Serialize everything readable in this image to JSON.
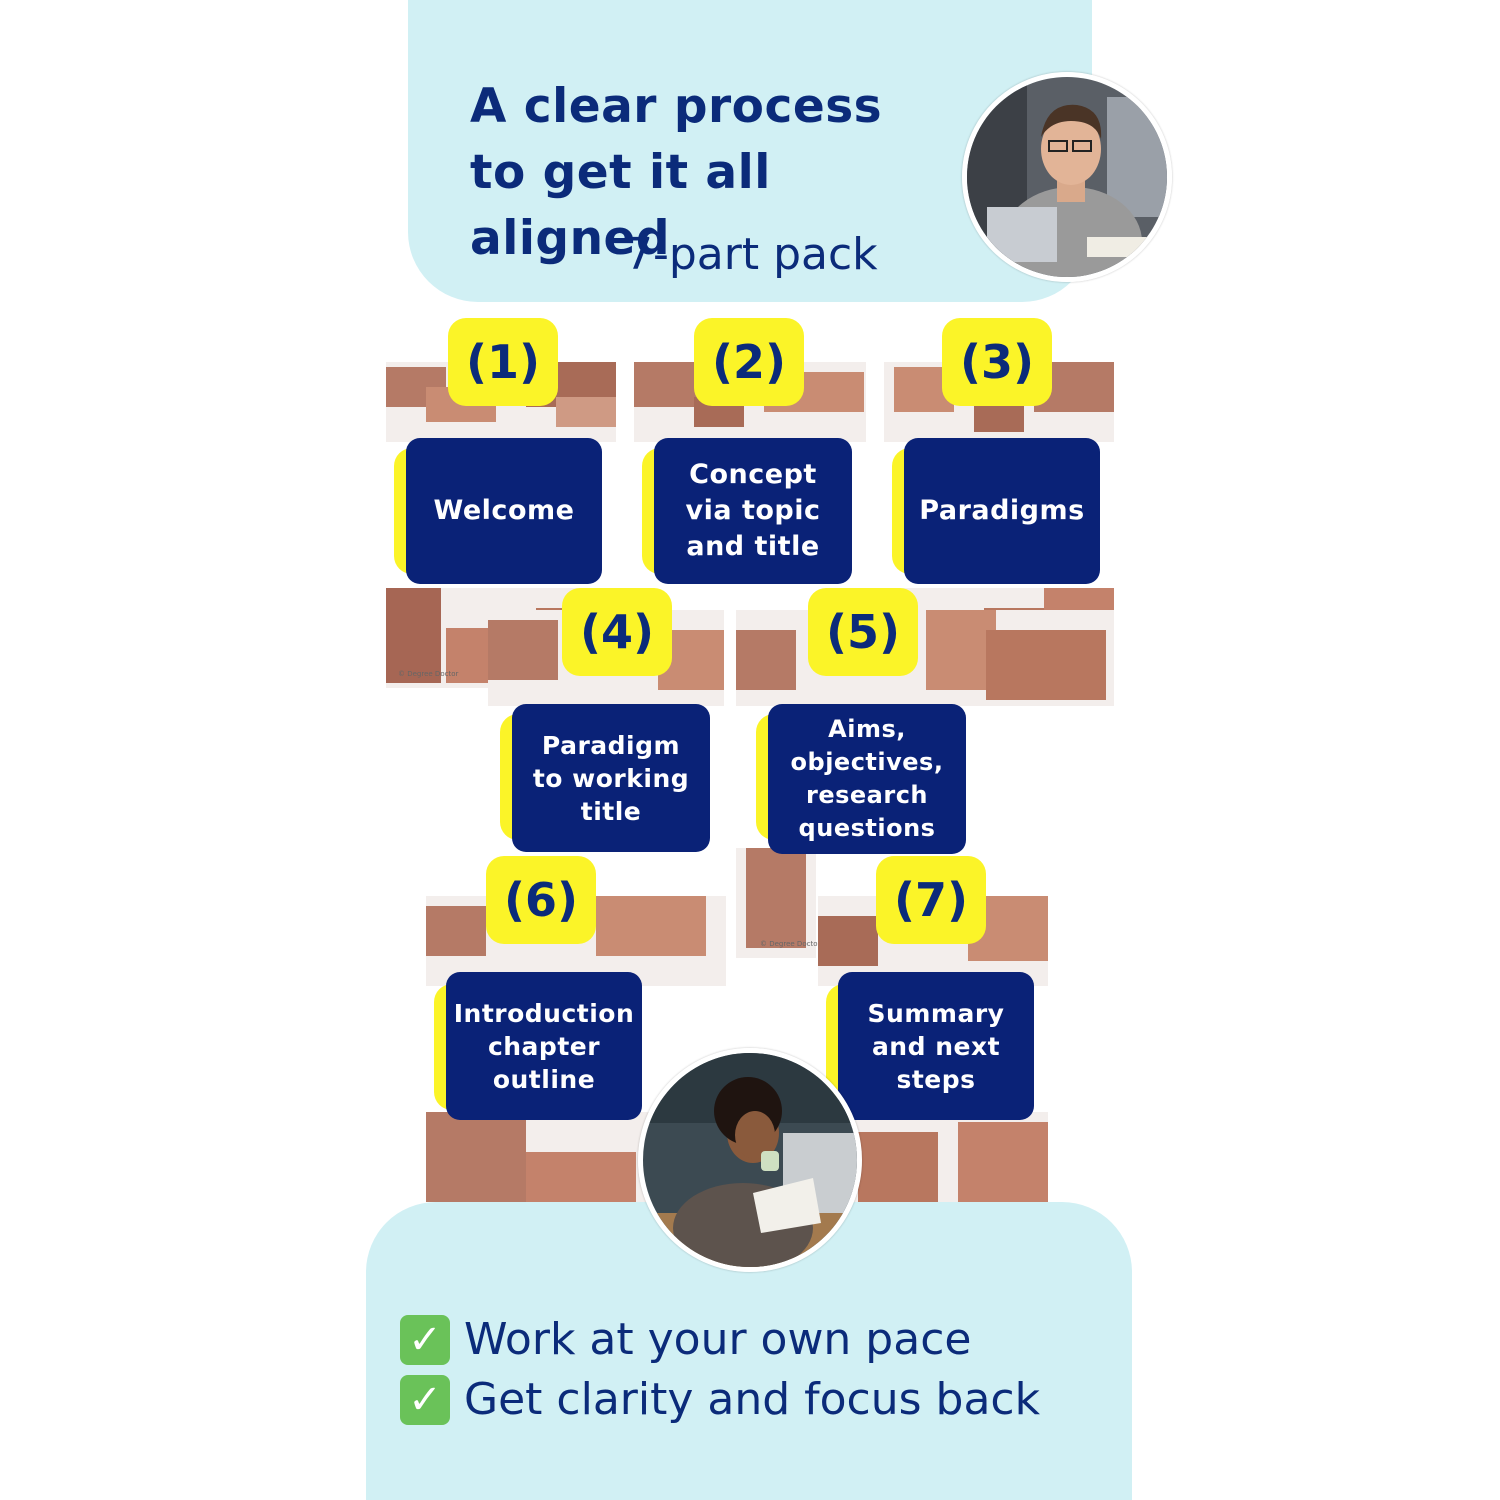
{
  "header": {
    "title": "A clear process to get it all aligned",
    "subtitle": "7-part pack"
  },
  "steps": [
    {
      "number": "(1)",
      "label": "Welcome"
    },
    {
      "number": "(2)",
      "label": "Concept via topic and title"
    },
    {
      "number": "(3)",
      "label": "Paradigms"
    },
    {
      "number": "(4)",
      "label": "Paradigm to working title"
    },
    {
      "number": "(5)",
      "label": "Aims, objectives, research questions"
    },
    {
      "number": "(6)",
      "label": "Introduction chapter outline"
    },
    {
      "number": "(7)",
      "label": "Summary and next steps"
    }
  ],
  "copyright": "© Degree Doctor",
  "benefits": [
    {
      "icon": "check-mark-icon",
      "text": "Work at your own pace"
    },
    {
      "icon": "check-mark-icon",
      "text": "Get clarity and focus back"
    }
  ],
  "colors": {
    "panel": "#d1f0f4",
    "navy": "#0a2277",
    "yellow": "#fbf428",
    "check": "#6ac259"
  }
}
